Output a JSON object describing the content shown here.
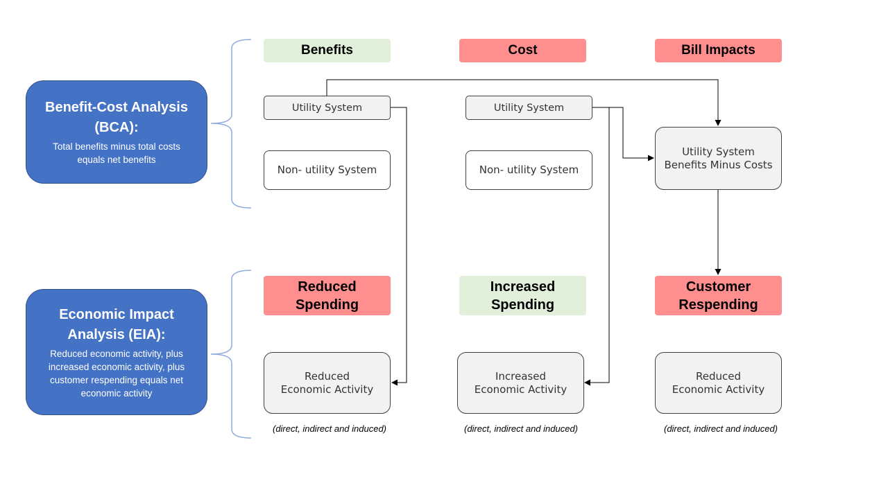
{
  "bca": {
    "title": "Benefit-Cost Analysis (BCA):",
    "description": "Total benefits minus total costs equals net benefits"
  },
  "eia": {
    "title": "Economic Impact Analysis (EIA):",
    "description": "Reduced economic activity, plus increased economic activity, plus customer respending equals net economic activity"
  },
  "columns": {
    "benefits": {
      "header": "Benefits",
      "utility": "Utility System",
      "non_utility": "Non- utility System",
      "eia_header": "Reduced Spending",
      "eia_box": "Reduced\nEconomic Activity",
      "note": "(direct, indirect and induced)"
    },
    "cost": {
      "header": "Cost",
      "utility": "Utility System",
      "non_utility": "Non- utility System",
      "eia_header": "Increased Spending",
      "eia_box": "Increased\nEconomic Activity",
      "note": "(direct, indirect and induced)"
    },
    "bill_impacts": {
      "header": "Bill Impacts",
      "net_box": "Utility System\nBenefits Minus Costs",
      "eia_header": "Customer Respending",
      "eia_box": "Reduced\nEconomic Activity",
      "note": "(direct, indirect and induced)"
    }
  },
  "colors": {
    "panel_blue": "#4472c4",
    "header_green": "#e2efda",
    "header_red": "#ff8f8f",
    "box_fill": "#f2f2f2",
    "brace_blue": "#8faadc"
  }
}
